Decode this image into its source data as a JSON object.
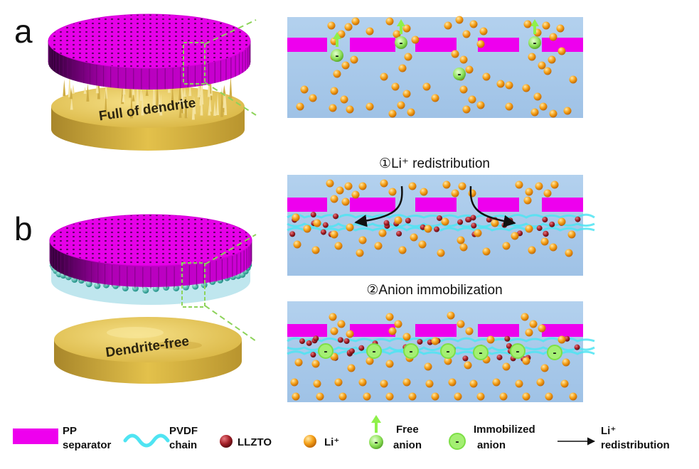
{
  "panels": {
    "a": {
      "letter": "a",
      "disc_label": "Full of dendrite"
    },
    "b": {
      "letter": "b",
      "disc_label": "Dendrite-free"
    }
  },
  "steps": {
    "step1": "①Li⁺ redistribution",
    "step2": "②Anion immobilization"
  },
  "anion_symbol": "-",
  "legend": {
    "pp_separator": [
      "PP",
      "separator"
    ],
    "pvdf_chain": [
      "PVDF",
      "chain"
    ],
    "llzto": "LLZTO",
    "li_ion": "Li⁺",
    "free_anion": [
      "Free",
      "anion"
    ],
    "immobilized_anion": [
      "Immobilized",
      "anion"
    ],
    "li_redistribution": [
      "Li⁺",
      "redistribution"
    ]
  },
  "colors": {
    "separator": "#ee00ee",
    "electrolyte": "#a9c9e9",
    "li_ion": "#f39a12",
    "llzto": "#a31f27",
    "pvdf": "#4fe4f2",
    "anion": "#7ddf45",
    "lithium_metal": "#e3c14b",
    "guide_dash": "#8dd35a"
  }
}
